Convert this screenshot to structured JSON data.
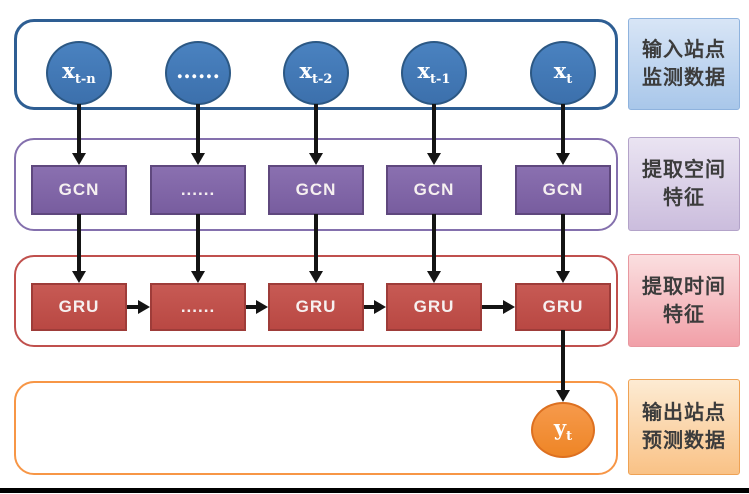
{
  "rows": {
    "input": {
      "side_label": {
        "line1": "输入站点",
        "line2": "监测数据"
      },
      "nodes": [
        {
          "base": "x",
          "sub": "t-n"
        },
        {
          "base": "......",
          "sub": ""
        },
        {
          "base": "x",
          "sub": "t-2"
        },
        {
          "base": "x",
          "sub": "t-1"
        },
        {
          "base": "x",
          "sub": "t"
        }
      ]
    },
    "gcn": {
      "side_label": {
        "line1": "提取空间",
        "line2": "特征"
      },
      "nodes": [
        "GCN",
        "......",
        "GCN",
        "GCN",
        "GCN"
      ]
    },
    "gru": {
      "side_label": {
        "line1": "提取时间",
        "line2": "特征"
      },
      "nodes": [
        "GRU",
        "......",
        "GRU",
        "GRU",
        "GRU"
      ]
    },
    "output": {
      "side_label": {
        "line1": "输出站点",
        "line2": "预测数据"
      },
      "node": {
        "base": "y",
        "sub": "t"
      }
    }
  },
  "colors": {
    "input_node_fill": "#4178B8",
    "input_node_border": "#2C5884",
    "input_frame_border": "#2E5E93",
    "gcn_node_fill": "#8166A8",
    "gcn_node_border": "#5F487E",
    "gcn_frame_border": "#8470AD",
    "gru_node_fill": "#C0504D",
    "gru_node_border": "#9E3C39",
    "gru_frame_border": "#C0504D",
    "output_node_fill": "#F08A2E",
    "output_node_border": "#DD7020",
    "output_frame_border": "#F79646",
    "label_blue_bg": "#BCD3EF",
    "label_purple_bg": "#D9CDE6",
    "label_pink_bg": "#F5BDC3",
    "label_orange_bg": "#FBD7AB",
    "label_text": "#3C3C3C",
    "arrow": "#141414"
  }
}
